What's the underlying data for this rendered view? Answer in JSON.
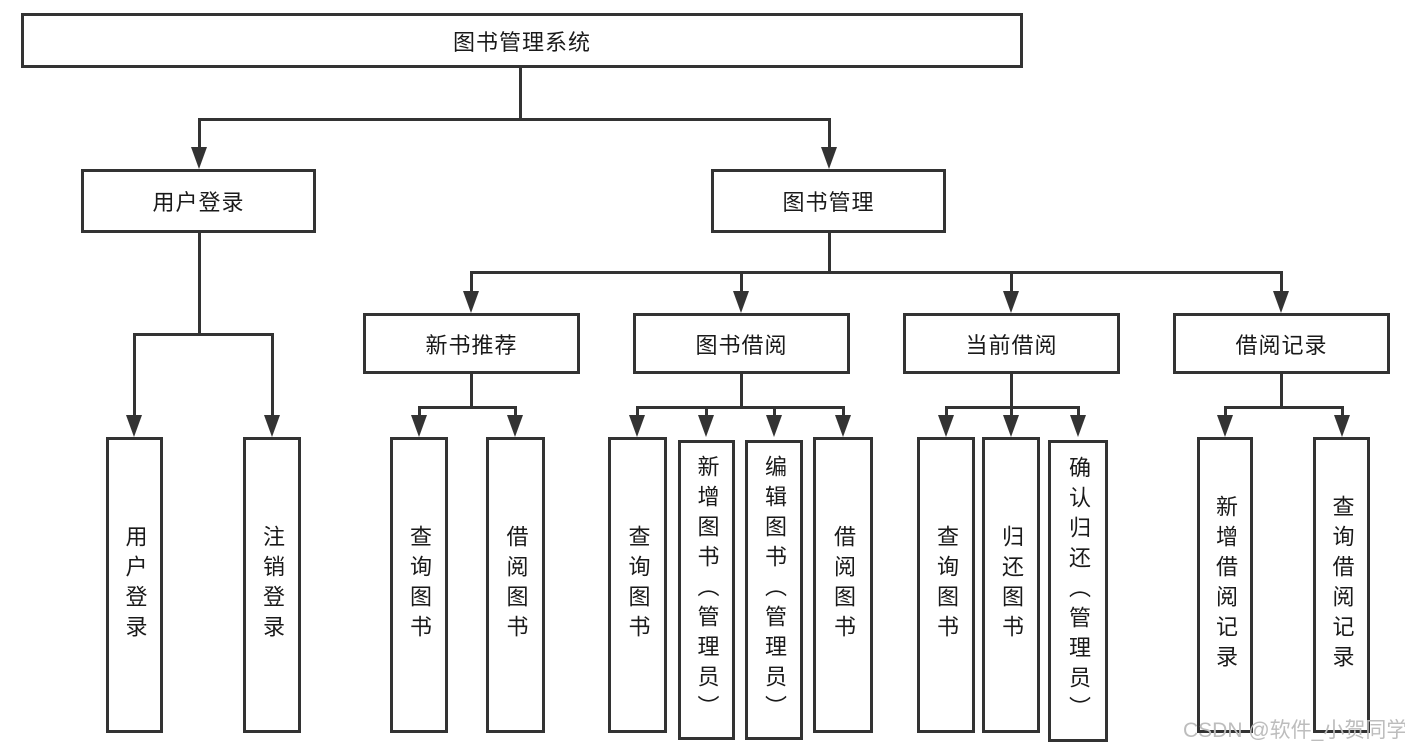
{
  "diagram": {
    "root": {
      "label": "图书管理系统"
    },
    "children": [
      {
        "label": "用户登录",
        "children": [
          {
            "label": "用户登录"
          },
          {
            "label": "注销登录"
          }
        ]
      },
      {
        "label": "图书管理",
        "children": [
          {
            "label": "新书推荐",
            "children": [
              {
                "label": "查询图书"
              },
              {
                "label": "借阅图书"
              }
            ]
          },
          {
            "label": "图书借阅",
            "children": [
              {
                "label": "查询图书"
              },
              {
                "label": "新增图书（管理员）"
              },
              {
                "label": "编辑图书（管理员）"
              },
              {
                "label": "借阅图书"
              }
            ]
          },
          {
            "label": "当前借阅",
            "children": [
              {
                "label": "查询图书"
              },
              {
                "label": "归还图书"
              },
              {
                "label": "确认归还（管理员）"
              }
            ]
          },
          {
            "label": "借阅记录",
            "children": [
              {
                "label": "新增借阅记录"
              },
              {
                "label": "查询借阅记录"
              }
            ]
          }
        ]
      }
    ]
  },
  "watermark": "CSDN @软件_小贺同学",
  "colors": {
    "line": "#333333",
    "text": "#1a1a1a",
    "watermark": "#bdbdbd",
    "background": "#ffffff"
  }
}
